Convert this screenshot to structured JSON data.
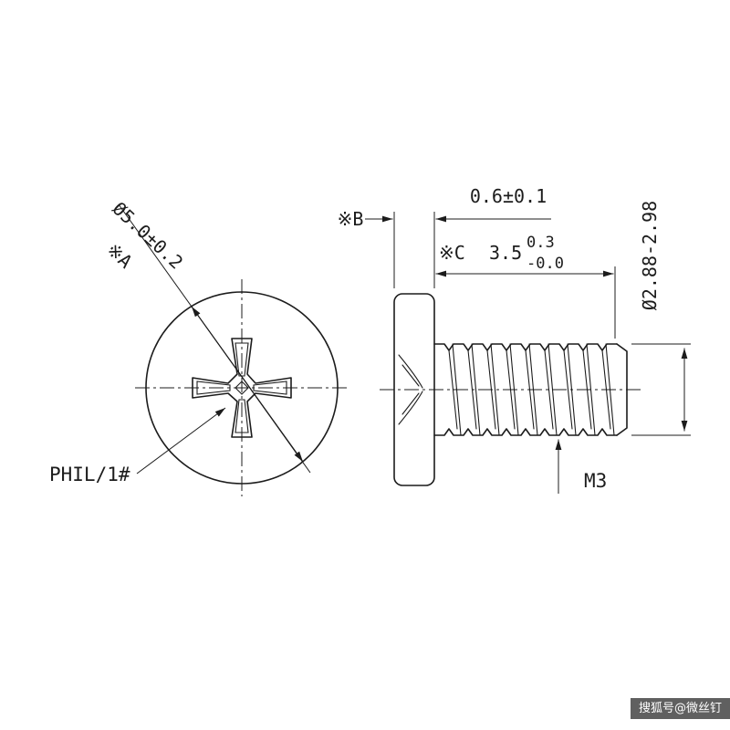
{
  "drawing": {
    "front_view": {
      "head_diameter": "Ø5.0±0.2",
      "ref_a": "※A",
      "recess_label": "PHIL/1#"
    },
    "side_view": {
      "ref_b": "※B",
      "head_thickness": "0.6±0.1",
      "ref_c": "※C",
      "thread_length": "3.5",
      "thread_length_tol_upper": "0.3",
      "thread_length_tol_lower": "-0.0",
      "thread_diameter": "Ø2.88-2.98",
      "thread_spec": "M3"
    },
    "colors": {
      "line": "#1c1c1c",
      "background": "#ffffff"
    }
  },
  "watermark": {
    "text": "搜狐号@微丝钉",
    "background": "#454545",
    "foreground": "#ffffff"
  }
}
